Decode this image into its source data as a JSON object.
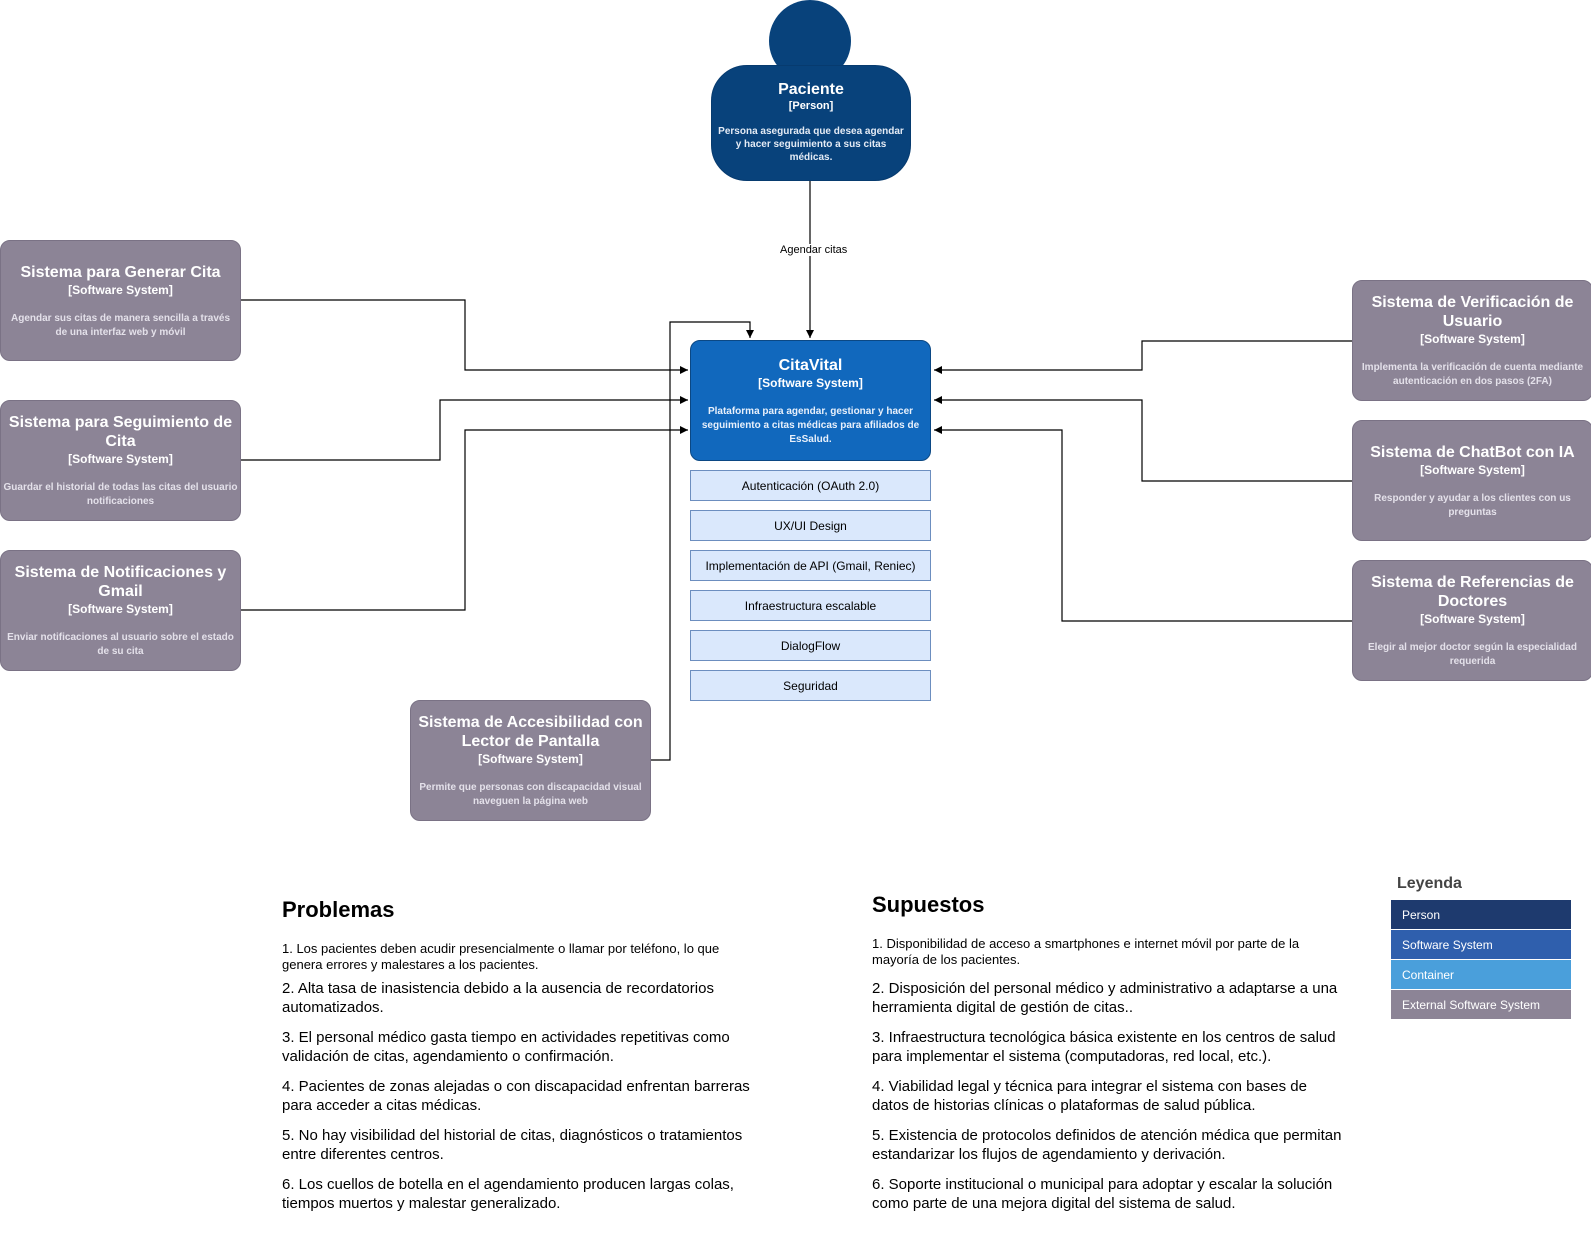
{
  "person": {
    "name": "Paciente",
    "type": "[Person]",
    "description": "Persona asegurada que desea agendar y hacer seguimiento a sus citas médicas."
  },
  "edge_label": "Agendar citas",
  "core": {
    "name": "CitaVital",
    "type": "[Software System]",
    "description": "Plataforma para agendar, gestionar y hacer seguimiento a citas médicas para afiliados de EsSalud."
  },
  "components": [
    "Autenticación (OAuth 2.0)",
    "UX/UI Design",
    "Implementación de API (Gmail, Reniec)",
    "Infraestructura escalable",
    "DialogFlow",
    "Seguridad"
  ],
  "systems": {
    "generar": {
      "name": "Sistema para Generar Cita",
      "type": "[Software System]",
      "description": "Agendar sus citas de manera sencilla a través de una interfaz web y móvil"
    },
    "seguimiento": {
      "name": "Sistema para Seguimiento de Cita",
      "type": "[Software System]",
      "description": "Guardar el historial de todas las citas del usuario notificaciones"
    },
    "notificaciones": {
      "name": "Sistema de Notificaciones y Gmail",
      "type": "[Software System]",
      "description": "Enviar notificaciones al usuario sobre el estado de su cita"
    },
    "accesibilidad": {
      "name": "Sistema de Accesibilidad con Lector de Pantalla",
      "type": "[Software System]",
      "description": "Permite que personas con discapacidad visual naveguen la página web"
    },
    "verificacion": {
      "name": "Sistema de Verificación de Usuario",
      "type": "[Software System]",
      "description": "Implementa la verificación de cuenta mediante autenticación en dos pasos (2FA)"
    },
    "chatbot": {
      "name": "Sistema de ChatBot con IA",
      "type": "[Software System]",
      "description": "Responder y ayudar a los clientes con us preguntas"
    },
    "referencias": {
      "name": "Sistema de Referencias de Doctores",
      "type": "[Software System]",
      "description": "Elegir al mejor doctor según la especialidad requerida"
    }
  },
  "problemas": {
    "title": "Problemas",
    "items": [
      "1. Los pacientes deben acudir presencialmente o llamar por teléfono, lo que genera errores y malestares a los pacientes.",
      "2.  Alta tasa de inasistencia debido a la ausencia de recordatorios automatizados.",
      "3. El personal médico gasta tiempo en actividades repetitivas como validación de citas, agendamiento o confirmación.",
      "4. Pacientes de zonas alejadas o con discapacidad enfrentan barreras para acceder a citas médicas.",
      "5. No hay visibilidad del historial de citas, diagnósticos o tratamientos entre diferentes centros.",
      "6. Los cuellos de botella en el agendamiento producen largas colas, tiempos muertos y malestar generalizado."
    ]
  },
  "supuestos": {
    "title": "Supuestos",
    "items": [
      "1. Disponibilidad de acceso a smartphones e internet móvil por parte de la mayoría de los pacientes.",
      "2.  Disposición del personal médico y administrativo a adaptarse a una herramienta digital de gestión de citas..",
      "3. Infraestructura tecnológica básica existente en los centros de salud para implementar el sistema (computadoras, red local, etc.).",
      "4. Viabilidad legal y técnica para integrar el sistema con bases de datos de historias clínicas o plataformas de salud pública.",
      "5. Existencia de protocolos definidos de atención médica que permitan estandarizar los flujos de agendamiento y derivación.",
      "6. Soporte institucional o municipal para adoptar y escalar la solución como parte de una mejora digital del sistema de salud."
    ]
  },
  "legend": {
    "title": "Leyenda",
    "items": [
      {
        "label": "Person",
        "color": "#1e3a6e"
      },
      {
        "label": "Software System",
        "color": "#2f5fad"
      },
      {
        "label": "Container",
        "color": "#4a9fdb"
      },
      {
        "label": "External Software System",
        "color": "#8c8496"
      }
    ]
  }
}
